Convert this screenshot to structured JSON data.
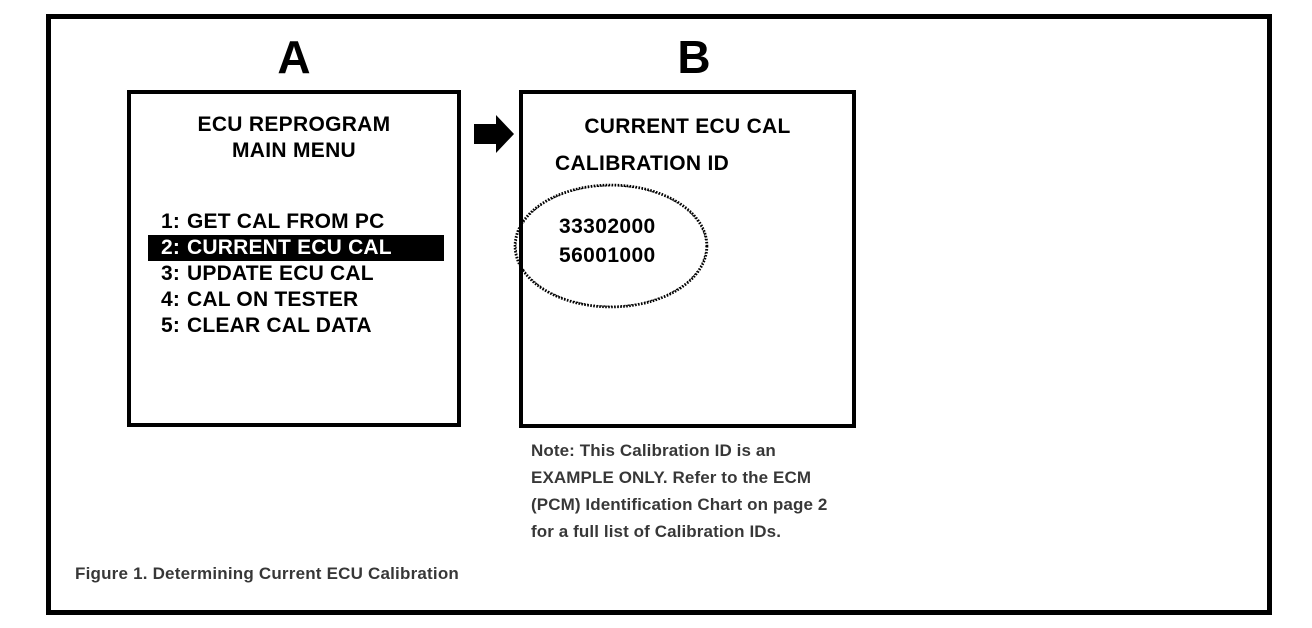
{
  "figure": {
    "caption": "Figure 1. Determining Current ECU Calibration",
    "panel_a_letter": "A",
    "panel_b_letter": "B",
    "arrow_icon": "right-arrow-icon"
  },
  "panel_a": {
    "title_line1": "ECU REPROGRAM",
    "title_line2": "MAIN MENU",
    "menu_items": [
      {
        "number": "1:",
        "label": "GET CAL FROM PC",
        "selected": false
      },
      {
        "number": "2:",
        "label": "CURRENT ECU CAL",
        "selected": true
      },
      {
        "number": "3:",
        "label": "UPDATE ECU CAL",
        "selected": false
      },
      {
        "number": "4:",
        "label": "CAL ON TESTER",
        "selected": false
      },
      {
        "number": "5:",
        "label": "CLEAR CAL DATA",
        "selected": false
      }
    ]
  },
  "panel_b": {
    "header": "CURRENT ECU CAL",
    "subheader": "CALIBRATION ID",
    "calibration_ids": [
      "33302000",
      "56001000"
    ],
    "highlight_shape": "hand-drawn-ellipse",
    "note_lines": [
      "Note: This Calibration ID is an",
      "EXAMPLE ONLY. Refer to the ECM",
      "(PCM) Identification Chart on page 2",
      "for a full list of Calibration IDs."
    ]
  },
  "colors": {
    "ink": "#000000",
    "paper": "#ffffff",
    "selected_bg": "#000000",
    "selected_fg": "#ffffff"
  }
}
